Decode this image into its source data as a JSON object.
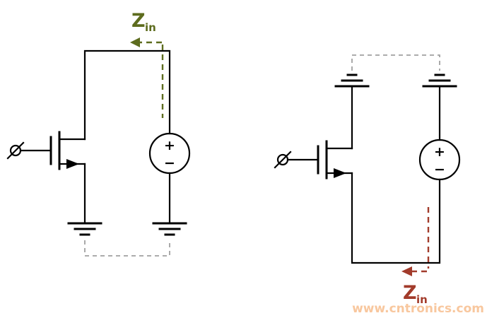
{
  "watermark": {
    "text": "www.cntronics.com",
    "color": "#f8c79e"
  },
  "colors": {
    "wire": "#000000",
    "ghost_wire": "#a0a0a0"
  },
  "voltage_source_polarity": {
    "plus": "+",
    "minus": "−"
  },
  "circuits": {
    "left": {
      "name": "zin-seen-at-drain",
      "zin_label": {
        "main": "Z",
        "sub": "in"
      },
      "accent_color": "#5d6c1e",
      "symbols": [
        "nulled-signal-input",
        "nmos-transistor",
        "test-voltage-source",
        "ground",
        "ground",
        "zin-probe-arrow",
        "ghost-ground-link"
      ]
    },
    "right": {
      "name": "zin-seen-at-source",
      "zin_label": {
        "main": "Z",
        "sub": "in"
      },
      "accent_color": "#a23b2b",
      "symbols": [
        "nulled-signal-input",
        "nmos-transistor",
        "test-voltage-source",
        "ground",
        "ground",
        "zin-probe-arrow",
        "ghost-ground-link"
      ]
    }
  }
}
